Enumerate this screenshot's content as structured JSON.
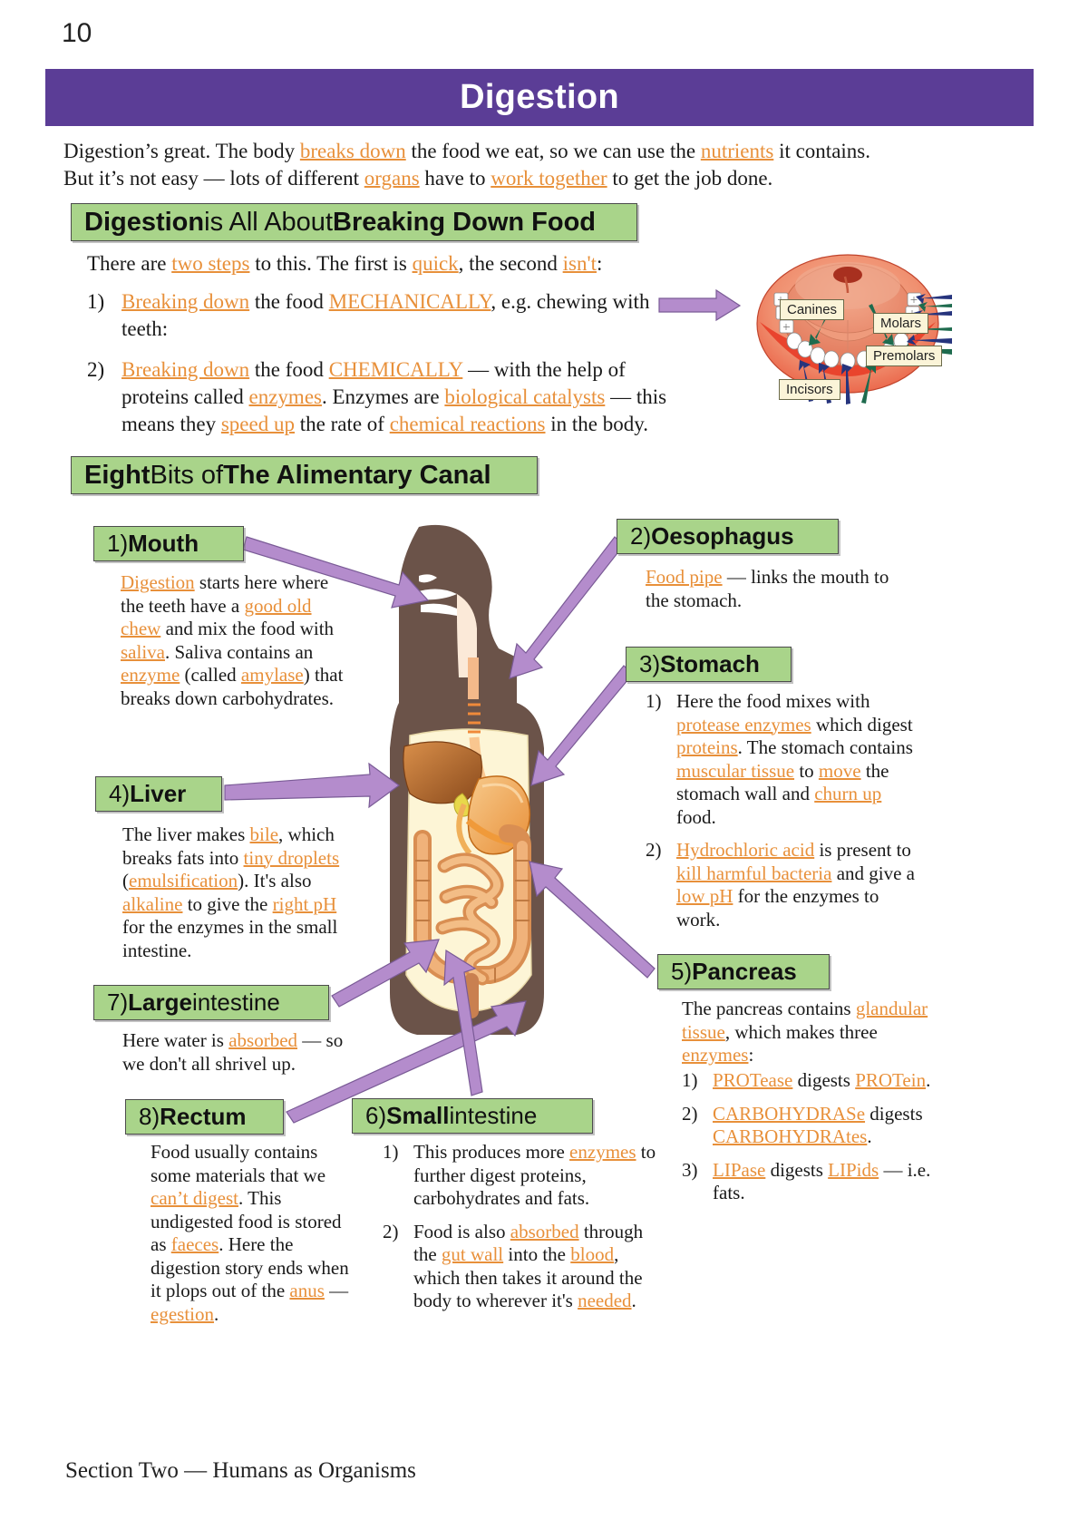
{
  "page": {
    "number": "10",
    "footer": "Section Two — Humans as Organisms"
  },
  "title": {
    "text": "Digestion",
    "banner_color": "#5b3d96"
  },
  "colors": {
    "keyword": "#e8903a",
    "heading_bg": "#a9d48a",
    "arrow": "#b48ccc",
    "banner": "#5b3d96"
  },
  "intro": {
    "line1_a": "Digestion’s great.  The body ",
    "line1_k1": "breaks down",
    "line1_b": " the food we eat, so we can use the ",
    "line1_k2": "nutrients",
    "line1_c": " it contains.",
    "line2_a": "But it’s not easy — lots of different ",
    "line2_k1": "organs",
    "line2_b": " have to ",
    "line2_k2": "work together",
    "line2_c": " to get the job done."
  },
  "section1": {
    "heading": {
      "b1": "Digestion",
      "n1": " is All About ",
      "b2": "Breaking Down Food"
    },
    "intro_a": "There are ",
    "intro_k1": "two steps",
    "intro_b": " to this.  The first is ",
    "intro_k2": "quick",
    "intro_c": ", the second ",
    "intro_k3": "isn't",
    "intro_d": ":",
    "items": [
      {
        "num": "1)",
        "k1": "Breaking down",
        "t1": " the food ",
        "k2": "MECHANICALLY",
        "t2": ", e.g. chewing with teeth:"
      },
      {
        "num": "2)",
        "k1": "Breaking down",
        "t1": " the food ",
        "k2": "CHEMICALLY",
        "t2": " — with the help of proteins called ",
        "k3": "enzymes",
        "t3": ".  Enzymes are ",
        "k4": "biological catalysts",
        "t4": " — this means they ",
        "k5": "speed up",
        "t5": " the rate of ",
        "k6": "chemical reactions",
        "t6": " in the body."
      }
    ]
  },
  "teeth_diagram": {
    "labels": [
      {
        "name": "canines",
        "text": "Canines"
      },
      {
        "name": "molars",
        "text": "Molars"
      },
      {
        "name": "premolars",
        "text": "Premolars"
      },
      {
        "name": "incisors",
        "text": "Incisors"
      }
    ]
  },
  "section2": {
    "heading": {
      "b1": "Eight",
      "n1": " Bits of ",
      "b2": "The Alimentary Canal"
    },
    "organs": {
      "mouth": {
        "head_num": "1) ",
        "head_name": "Mouth",
        "t": [
          {
            "k": "Digestion"
          },
          {
            "t": " starts here where the teeth have a "
          },
          {
            "k": "good old chew"
          },
          {
            "t": " and mix the food with "
          },
          {
            "k": "saliva"
          },
          {
            "t": ".  Saliva contains an "
          },
          {
            "k": "enzyme"
          },
          {
            "t": " (called "
          },
          {
            "k": "amylase"
          },
          {
            "t": ") that breaks down carbohydrates."
          }
        ]
      },
      "oesophagus": {
        "head_num": "2) ",
        "head_name": "Oesophagus",
        "t": [
          {
            "k": "Food pipe"
          },
          {
            "t": " — links the mouth to the stomach."
          }
        ]
      },
      "stomach": {
        "head_num": "3) ",
        "head_name": "Stomach",
        "items": [
          {
            "num": "1)",
            "t": [
              {
                "t": "Here the food mixes with "
              },
              {
                "k": "protease enzymes"
              },
              {
                "t": " which digest "
              },
              {
                "k": "proteins"
              },
              {
                "t": ".  The stomach contains "
              },
              {
                "k": "muscular tissue"
              },
              {
                "t": " to "
              },
              {
                "k": "move"
              },
              {
                "t": " the stomach wall and "
              },
              {
                "k": "churn up"
              },
              {
                "t": " food."
              }
            ]
          },
          {
            "num": "2)",
            "t": [
              {
                "k": "Hydrochloric acid"
              },
              {
                "t": " is present to "
              },
              {
                "k": "kill harmful bacteria"
              },
              {
                "t": " and give a "
              },
              {
                "k": "low pH"
              },
              {
                "t": " for the enzymes to work."
              }
            ]
          }
        ]
      },
      "liver": {
        "head_num": "4) ",
        "head_name": "Liver",
        "t": [
          {
            "t": "The liver makes "
          },
          {
            "k": "bile"
          },
          {
            "t": ", which breaks fats into "
          },
          {
            "k": "tiny droplets"
          },
          {
            "t": " ("
          },
          {
            "k": "emulsification"
          },
          {
            "t": ").  It's also "
          },
          {
            "k": "alkaline"
          },
          {
            "t": " to give the "
          },
          {
            "k": "right pH"
          },
          {
            "t": " for the enzymes in the small intestine."
          }
        ]
      },
      "pancreas": {
        "head_num": "5) ",
        "head_name": "Pancreas",
        "t": [
          {
            "t": "The pancreas contains "
          },
          {
            "k": "glandular tissue"
          },
          {
            "t": ", which makes three "
          },
          {
            "k": "enzymes"
          },
          {
            "t": ":"
          }
        ],
        "items": [
          {
            "num": "1)",
            "t": [
              {
                "k": "PROTease"
              },
              {
                "t": " digests "
              },
              {
                "k": "PROTein"
              },
              {
                "t": "."
              }
            ]
          },
          {
            "num": "2)",
            "t": [
              {
                "k": "CARBOHYDRASe"
              },
              {
                "t": " digests "
              },
              {
                "k": "CARBOHYDRAtes"
              },
              {
                "t": "."
              }
            ]
          },
          {
            "num": "3)",
            "t": [
              {
                "k": "LIPase"
              },
              {
                "t": " digests "
              },
              {
                "k": "LIPids"
              },
              {
                "t": " — i.e. fats."
              }
            ]
          }
        ]
      },
      "small_intestine": {
        "head_num": "6) ",
        "head_name_b": "Small",
        "head_name_n": " intestine",
        "items": [
          {
            "num": "1)",
            "t": [
              {
                "t": "This produces more "
              },
              {
                "k": "enzymes"
              },
              {
                "t": " to further digest proteins, carbohydrates and fats."
              }
            ]
          },
          {
            "num": "2)",
            "t": [
              {
                "t": "Food is also "
              },
              {
                "k": "absorbed"
              },
              {
                "t": " through the "
              },
              {
                "k": "gut wall"
              },
              {
                "t": " into the "
              },
              {
                "k": "blood"
              },
              {
                "t": ", which then takes it around the body to wherever it's "
              },
              {
                "k": "needed"
              },
              {
                "t": "."
              }
            ]
          }
        ]
      },
      "large_intestine": {
        "head_num": "7) ",
        "head_name_b": "Large",
        "head_name_n": " intestine",
        "t": [
          {
            "t": "Here water is "
          },
          {
            "k": "absorbed"
          },
          {
            "t": " — so we don't all shrivel up."
          }
        ]
      },
      "rectum": {
        "head_num": "8) ",
        "head_name": "Rectum",
        "t": [
          {
            "t": "Food usually contains some materials that we "
          },
          {
            "k": "can’t digest"
          },
          {
            "t": ". This undigested food is stored as "
          },
          {
            "k": "faeces"
          },
          {
            "t": ".  Here the digestion story ends when it plops out of the "
          },
          {
            "k": "anus"
          },
          {
            "t": " — "
          },
          {
            "k": "egestion"
          },
          {
            "t": "."
          }
        ]
      }
    }
  }
}
